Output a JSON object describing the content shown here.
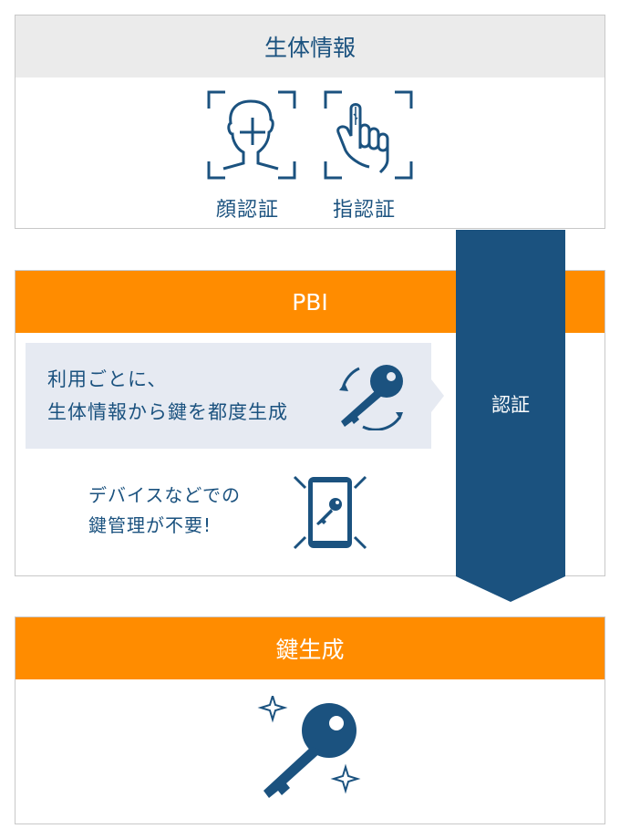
{
  "biometrics": {
    "title": "生体情報",
    "items": [
      {
        "label": "顔認証",
        "icon": "face-scan-icon"
      },
      {
        "label": "指認証",
        "icon": "fingerprint-scan-icon"
      }
    ]
  },
  "pbi": {
    "title": "PBI",
    "bubble_lines": [
      "利用ごとに、",
      "生体情報から鍵を都度生成"
    ],
    "note_lines": [
      "デバイスなどでの",
      "鍵管理が不要!"
    ]
  },
  "auth_arrow": {
    "label": "認証"
  },
  "keygen": {
    "title": "鍵生成"
  },
  "colors": {
    "navy": "#1b527f",
    "orange": "#ff8c00",
    "gray": "#ebebeb",
    "bubble": "#e6eaf2"
  }
}
